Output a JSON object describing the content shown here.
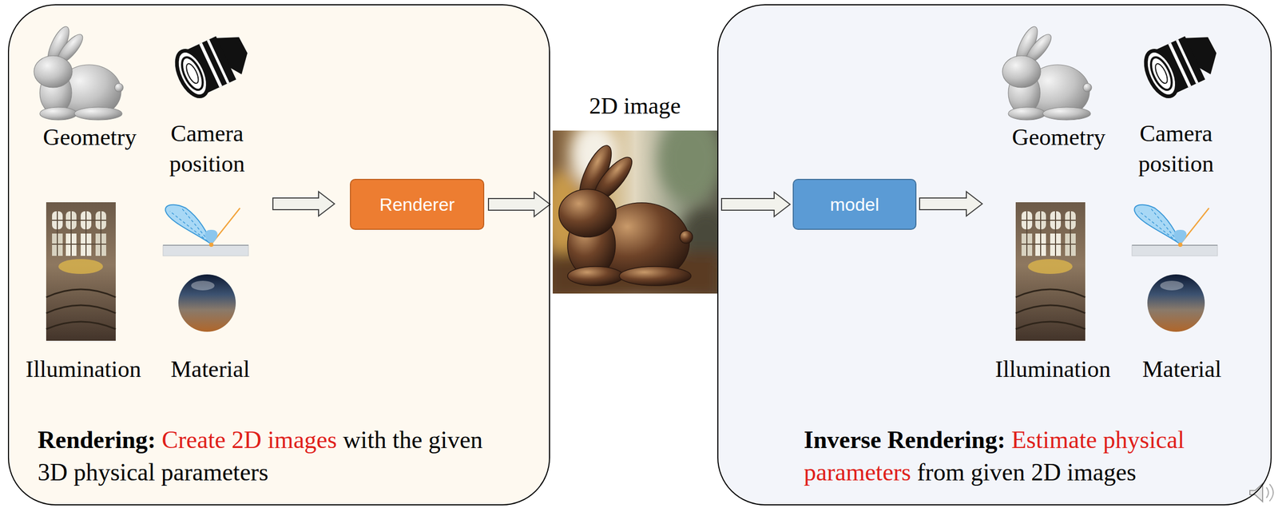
{
  "diagram": {
    "nodes": [
      {
        "text": [
          "Rendering:",
          "Create 2D images",
          "with the given 3D physical parameters"
        ]
      },
      {
        "text": [
          "Renderer"
        ],
        "in": 0
      },
      {
        "text": [
          "2D image"
        ]
      },
      {
        "text": [
          "Inverse Rendering:",
          "Estimate physical parameters",
          "from given 2D images"
        ]
      },
      {
        "text": [
          "model"
        ],
        "in": 3
      }
    ],
    "edges": [
      {
        "from": 1,
        "to": 2,
        "arrow": "to"
      },
      {
        "from": 2,
        "to": 4,
        "arrow": "to"
      }
    ],
    "labels": [
      "Geometry",
      "Camera position",
      "Illumination",
      "Material",
      "Geometry",
      "Camera position",
      "Illumination",
      "Material"
    ]
  }
}
